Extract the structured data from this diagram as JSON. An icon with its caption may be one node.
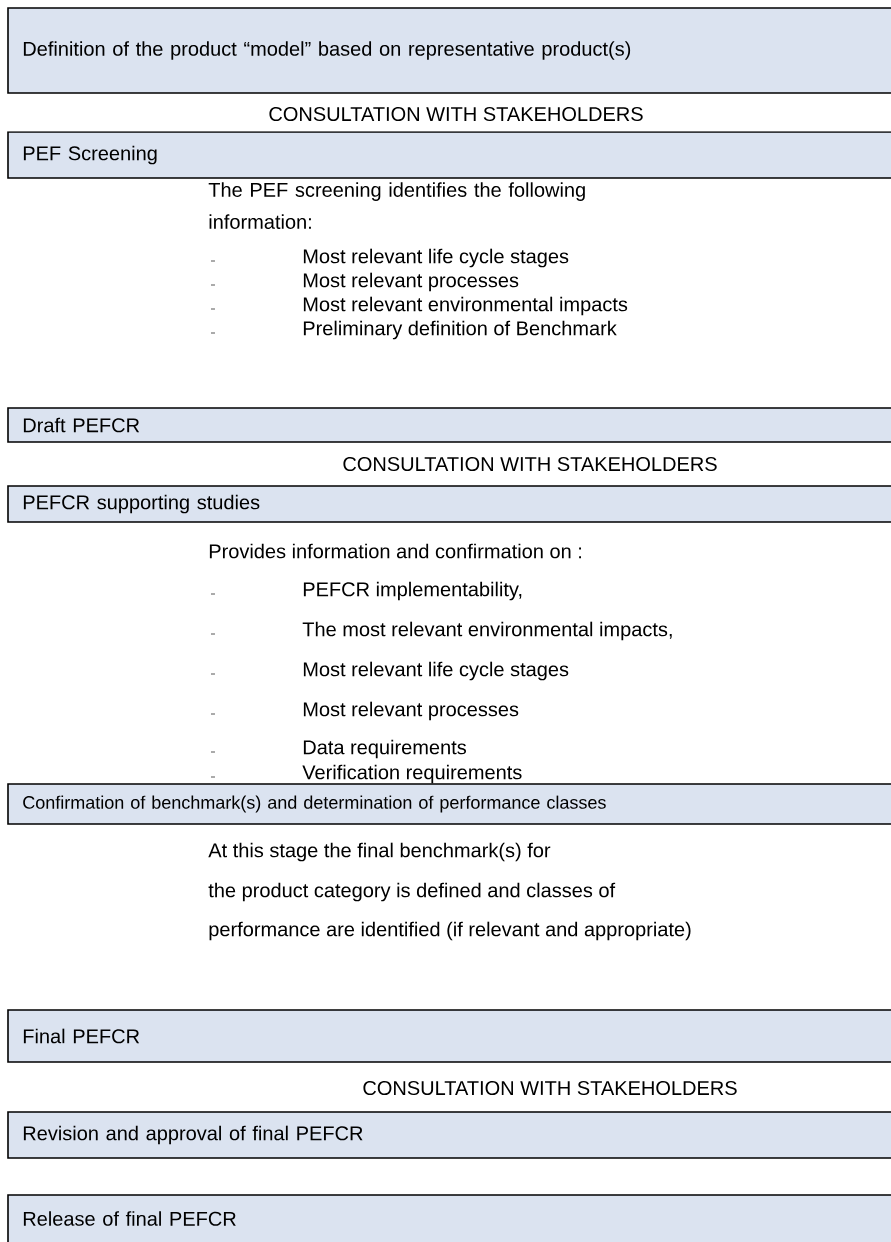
{
  "diagram": {
    "nodes": [
      {
        "text": [
          "Definition of the product “model” based on representative product(s)"
        ]
      },
      {
        "text": [
          "PEF Screening"
        ]
      },
      {
        "text": [
          "Draft PEFCR"
        ]
      },
      {
        "text": [
          "PEFCR supporting studies"
        ]
      },
      {
        "text": [
          "Confirmation of benchmark(s) and determination of performance classes"
        ]
      },
      {
        "text": [
          "Final PEFCR"
        ]
      },
      {
        "text": [
          "Revision and approval of final PEFCR"
        ]
      },
      {
        "text": [
          "Release of final PEFCR"
        ]
      }
    ],
    "labels": [
      "CONSULTATION WITH STAKEHOLDERS",
      "The PEF screening identifies the following information:",
      "Most relevant life cycle stages",
      "Most relevant processes",
      "Most relevant environmental impacts",
      "Preliminary definition of Benchmark",
      "CONSULTATION WITH STAKEHOLDERS",
      "Provides information and confirmation on :",
      "PEFCR implementability,",
      "The most relevant environmental impacts,",
      "Most relevant life cycle stages",
      "Most relevant processes",
      "Data requirements",
      "Verification requirements",
      "At this stage the final benchmark(s) for",
      "the product category is defined and classes of",
      "performance are identified (if relevant and appropriate)",
      "CONSULTATION WITH STAKEHOLDERS"
    ]
  }
}
